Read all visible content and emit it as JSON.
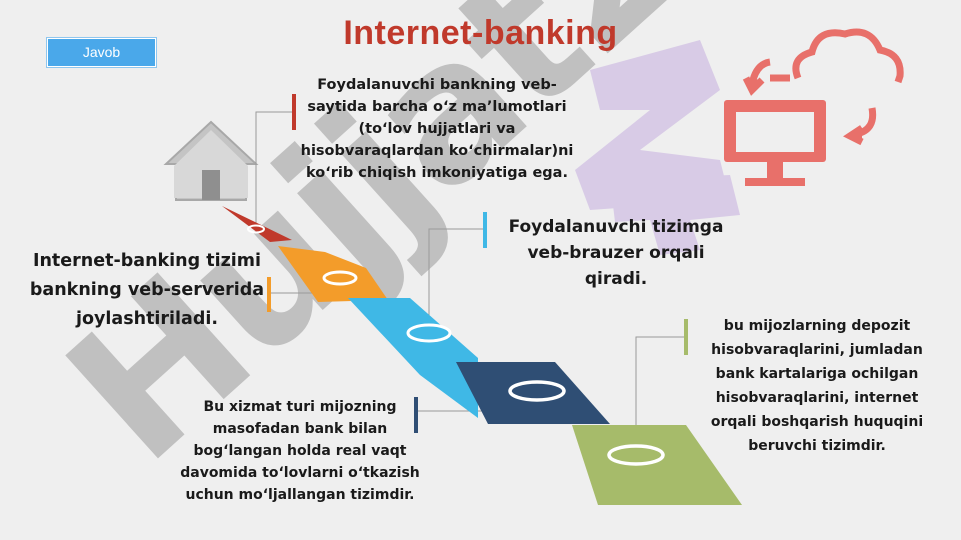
{
  "slide": {
    "title": "Internet-banking",
    "answer_button": "Javob",
    "watermark": "Hujjat24"
  },
  "texts": {
    "top": "Foydalanuvchi bankning veb-saytida barcha o‘z ma’lumotlari (to‘lov hujjatlari va hisobvaraqlardan ko‘chirmalar)ni ko‘rib chiqish imkoniyatiga ega.",
    "middle_right": "Foydalanuvchi tizimga veb-brauzer orqali qiradi.",
    "left": "Internet-banking tizimi bankning veb-serverida joylashtiriladi.",
    "right": "bu mijozlarning depozit hisobvaraqlarini, jumladan bank kartalariga ochilgan hisobvaraqlarini, internet orqali boshqarish huquqini beruvchi tizimdir.",
    "bottom": "Bu xizmat turi mijozning masofadan bank bilan bog‘langan holda real vaqt davomida to‘lovlarni o‘tkazish uchun mo‘ljallangan tizimdir."
  },
  "colors": {
    "title": "#c0392b",
    "red": "#c0392b",
    "orange": "#f39c2a",
    "cyan": "#3fb8e6",
    "navy": "#2f4e74",
    "green": "#a6bb6a",
    "icon_coral": "#e8706a",
    "house_gray": "#c4c4c4"
  },
  "icons": [
    "house-icon",
    "cloud-computer-icon"
  ]
}
